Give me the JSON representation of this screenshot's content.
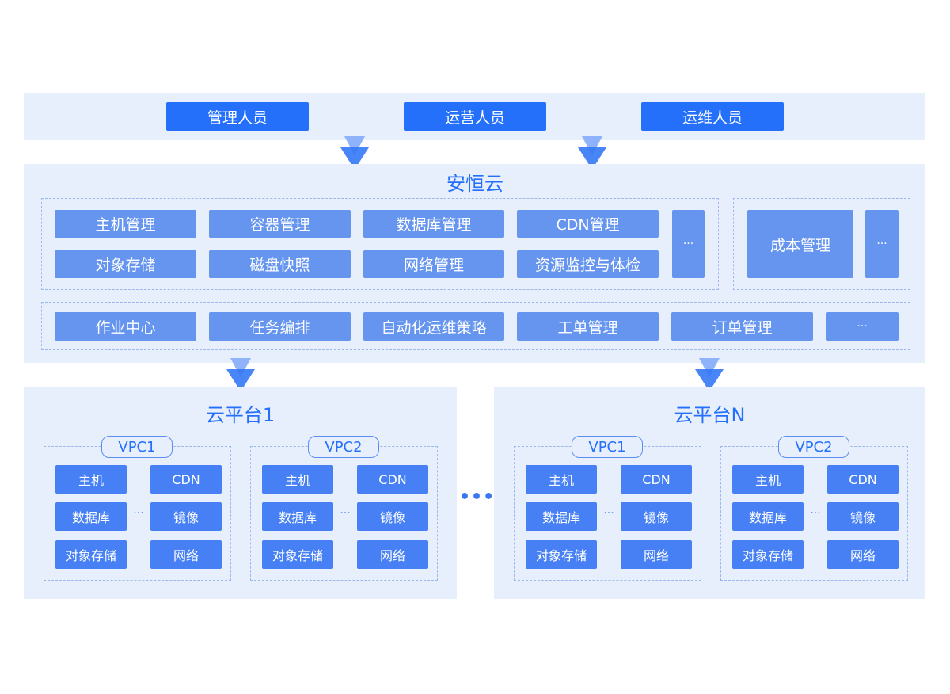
{
  "roles": [
    "管理人员",
    "运营人员",
    "运维人员"
  ],
  "core": {
    "title": "安恒云",
    "resource_group": {
      "row1": [
        "主机管理",
        "容器管理",
        "数据库管理",
        "CDN管理"
      ],
      "row2": [
        "对象存储",
        "磁盘快照",
        "网络管理",
        "资源监控与体检"
      ],
      "more": "···"
    },
    "cost_group": {
      "item": "成本管理",
      "more": "···"
    },
    "ops_group": {
      "items": [
        "作业中心",
        "任务编排",
        "自动化运维策略",
        "工单管理",
        "订单管理"
      ],
      "more": "···"
    }
  },
  "platforms": [
    {
      "title": "云平台1",
      "vpcs": [
        {
          "label": "VPC1",
          "left": [
            "主机",
            "数据库",
            "对象存储"
          ],
          "right": [
            "CDN",
            "镜像",
            "网络"
          ],
          "more": "···"
        },
        {
          "label": "VPC2",
          "left": [
            "主机",
            "数据库",
            "对象存储"
          ],
          "right": [
            "CDN",
            "镜像",
            "网络"
          ],
          "more": "···"
        }
      ]
    },
    {
      "title": "云平台N",
      "vpcs": [
        {
          "label": "VPC1",
          "left": [
            "主机",
            "数据库",
            "对象存储"
          ],
          "right": [
            "CDN",
            "镜像",
            "网络"
          ],
          "more": "···"
        },
        {
          "label": "VPC2",
          "left": [
            "主机",
            "数据库",
            "对象存储"
          ],
          "right": [
            "CDN",
            "镜像",
            "网络"
          ],
          "more": "···"
        }
      ]
    }
  ],
  "between_platforms": "•••",
  "colors": {
    "primary": "#2470fb",
    "tile": "#6595ee",
    "vpc_tile": "#4680f4",
    "band": "#e7eefc"
  }
}
